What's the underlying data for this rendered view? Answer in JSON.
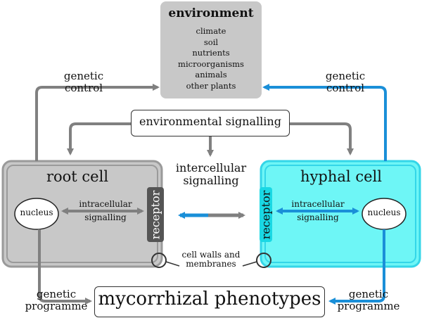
{
  "environment": {
    "title": "environment",
    "items": [
      "climate",
      "soil",
      "nutrients",
      "microorganisms",
      "animals",
      "other plants"
    ]
  },
  "genetic_control_left": [
    "genetic",
    "control"
  ],
  "genetic_control_right": [
    "genetic",
    "control"
  ],
  "environmental_signalling": "environmental signalling",
  "intercellular_signalling": [
    "intercellular",
    "signalling"
  ],
  "root_cell": {
    "title": "root cell",
    "nucleus": "nucleus",
    "intracellular": [
      "intracellular",
      "signalling"
    ],
    "receptor": "receptor"
  },
  "hyphal_cell": {
    "title": "hyphal cell",
    "nucleus": "nucleus",
    "intracellular": [
      "intracellular",
      "signalling"
    ],
    "receptor": "receptor"
  },
  "cell_walls": [
    "cell walls and",
    "membranes"
  ],
  "genetic_programme_left": [
    "genetic",
    "programme"
  ],
  "genetic_programme_right": [
    "genetic",
    "programme"
  ],
  "mycorrhizal_phenotypes": "mycorrhizal phenotypes",
  "colors": {
    "environment_fill": "#c8c8c8",
    "root_cell_fill": "#c8c8c8",
    "root_cell_border": "#9a9a9a",
    "hyphal_cell_fill": "#6ef6f6",
    "hyphal_cell_border": "#34d6e8",
    "gray_arrow": "#808080",
    "blue_arrow": "#1a8fd8",
    "root_receptor": "#555555",
    "hyphal_receptor": "#1ad8e4"
  }
}
